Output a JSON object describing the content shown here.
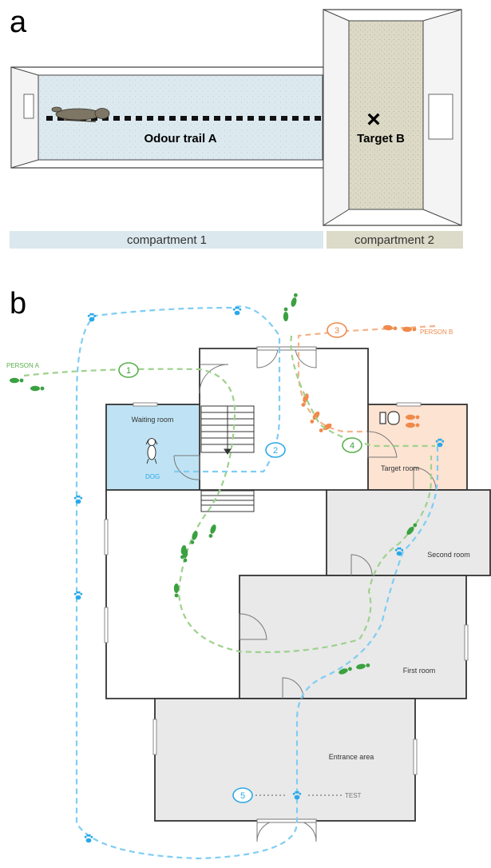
{
  "panel_a": {
    "label": "a",
    "trail_label": "Odour trail A",
    "target_label": "Target B",
    "target_marker": "×",
    "compartment1_label": "compartment 1",
    "compartment2_label": "compartment 2"
  },
  "panel_b": {
    "label": "b",
    "rooms": {
      "waiting": "Waiting room",
      "target": "Target room",
      "second": "Second room",
      "first": "First room",
      "entrance": "Entrance area"
    },
    "people": {
      "person_a": "PERSON A",
      "person_b": "PERSON B",
      "dog": "DOG"
    },
    "steps": [
      "1",
      "2",
      "3",
      "4",
      "5"
    ],
    "test_label": "TEST"
  },
  "colors": {
    "person_a": "#58b04a",
    "person_b": "#f08a4b",
    "dog": "#2aa8e8",
    "compartment1": "#dbe8ee",
    "compartment2": "#dcdac8",
    "waiting_room": "#bfe3f4",
    "target_room": "#fde3d2",
    "grey_room": "#e9e9e9"
  },
  "icons": {
    "footprint": "footprint-icon",
    "paw": "paw-icon",
    "dog": "dog-icon",
    "toilet": "toilet-icon"
  }
}
